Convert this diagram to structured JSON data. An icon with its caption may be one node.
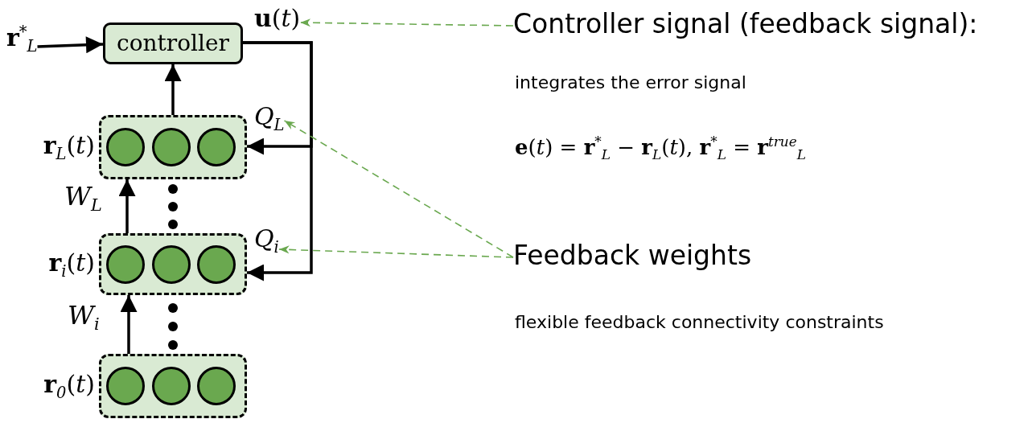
{
  "diagram": {
    "nodes": [
      {
        "text": [
          "controller"
        ]
      },
      {
        "text": [
          "**r**$_{L}$(*t*)"
        ]
      },
      {
        "text": [],
        "shape": "circle",
        "in": 1
      },
      {
        "text": [],
        "shape": "circle",
        "in": 1
      },
      {
        "text": [],
        "shape": "circle",
        "in": 1
      },
      {
        "text": [
          "**r**$_{i}$(*t*)"
        ]
      },
      {
        "text": [],
        "shape": "circle",
        "in": 5
      },
      {
        "text": [],
        "shape": "circle",
        "in": 5
      },
      {
        "text": [],
        "shape": "circle",
        "in": 5
      },
      {
        "text": [
          "**r**$_{0}$(*t*)"
        ]
      },
      {
        "text": [],
        "shape": "circle",
        "in": 9
      },
      {
        "text": [],
        "shape": "circle",
        "in": 9
      },
      {
        "text": [],
        "shape": "circle",
        "in": 9
      },
      {
        "text": [
          "**r**$^{*}$$_{L}$"
        ]
      },
      {
        "text": [
          "**u**(*t*)"
        ]
      },
      {
        "text": [
          "*Q*$_{L}$"
        ]
      },
      {
        "text": [
          "*Q*$_{i}$"
        ]
      },
      {
        "text": [
          "Controller signal (feedback signal):"
        ]
      },
      {
        "text": [
          "Feedback weights"
        ]
      }
    ],
    "edges": [
      {
        "from": 13,
        "to": 0,
        "arrow": "to"
      },
      {
        "from": 1,
        "to": 0,
        "arrow": "to"
      },
      {
        "from": 5,
        "to": 1,
        "arrow": "to",
        "label": "*W*$_{L}$"
      },
      {
        "from": 9,
        "to": 5,
        "arrow": "to",
        "label": "*W*$_{i}$"
      },
      {
        "from": 0,
        "to": 1,
        "arrow": "to"
      },
      {
        "from": 0,
        "to": 5,
        "arrow": "to"
      },
      {
        "from": 17,
        "to": 14,
        "arrow": "to",
        "style": "dashed",
        "color": "#6aa84f"
      },
      {
        "from": 18,
        "to": 15,
        "arrow": "to",
        "style": "dashed",
        "color": "#6aa84f"
      },
      {
        "from": 18,
        "to": 16,
        "arrow": "to",
        "style": "dashed",
        "color": "#6aa84f"
      }
    ],
    "labels": [
      "integrates the error signal",
      "**e**(*t*) = **r**$^{*}$$_{L}$ − **r**$_{L}$(*t*),  **r**$^{*}$$_{L}$ = **r**$^{true}$$_{L}$",
      "flexible feedback connectivity constraints"
    ]
  }
}
